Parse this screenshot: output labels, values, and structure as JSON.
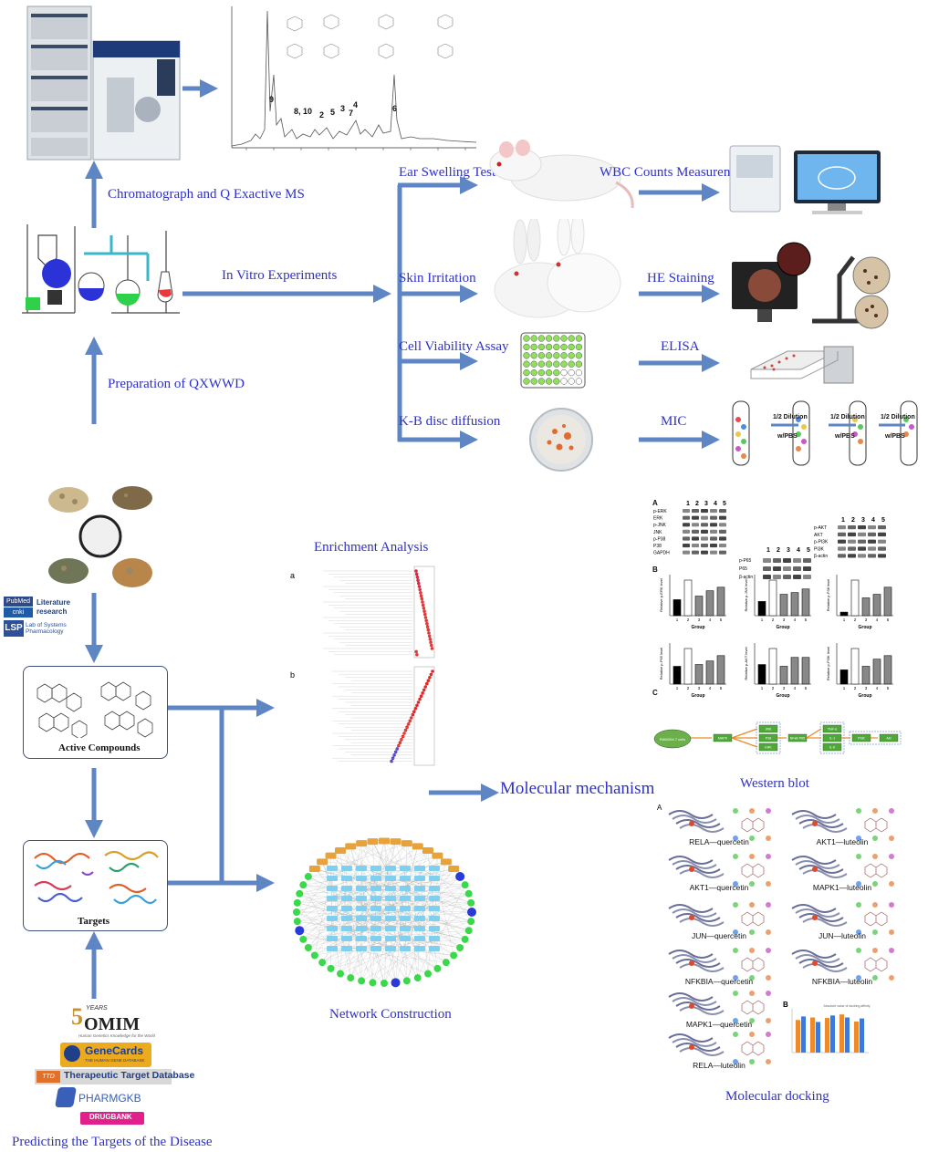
{
  "colors": {
    "arrow": "#5f86c4",
    "label": "#2e31c9"
  },
  "labels": {
    "chromatograph": "Chromatograph and Q Exactive MS",
    "in_vitro": "In Vitro Experiments",
    "preparation": "Preparation of QXWWD",
    "ear_swelling": "Ear Swelling Test",
    "wbc": "WBC Counts Measurement",
    "skin_irritation": "Skin Irritation",
    "he_staining": "HE Staining",
    "cell_viability": "Cell Viability Assay",
    "elisa": "ELISA",
    "kb_disc": "K-B disc diffusion",
    "mic": "MIC",
    "enrichment": "Enrichment Analysis",
    "network": "Network Construction",
    "molecular_mechanism": "Molecular mechanism",
    "western_blot": "Western blot",
    "molecular_docking": "Molecular docking",
    "predicting": "Predicting the Targets of the Disease",
    "active_compounds": "Active  Compounds",
    "targets": "Targets"
  },
  "chromatogram_peaks": [
    "9",
    "8, 10",
    "2",
    "5",
    "3",
    "7",
    "4",
    "6"
  ],
  "mic_labels": {
    "dilution": "1/2 Dilution",
    "pbs": "w/PBS"
  },
  "databases": {
    "omim_years": "YEARS",
    "omim": "OMIM",
    "omim_sub": "Human Genetics Knowledge for the World",
    "genecards": "GeneCards",
    "genecards_sub": "THE HUMAN GENE DATABASE",
    "ttd_tag": "TTD",
    "ttd": "Therapeutic Target Database",
    "pharmgkb": "PHARMGKB",
    "drugbank": "DRUGBANK"
  },
  "literature": {
    "pubmed": "PubMed",
    "cnki": "cnki",
    "text": "Literature research",
    "lsp": "LSP",
    "lsp_text": "Lab of Systems Pharmacology"
  },
  "enrichment_panels": [
    "a",
    "b"
  ],
  "western": {
    "panels": [
      "A",
      "B",
      "C"
    ],
    "lanes": [
      "1",
      "2",
      "3",
      "4",
      "5"
    ],
    "blot1_rows": [
      "p-ERK",
      "ERK",
      "p-JNK",
      "JNK",
      "p-P38",
      "P38",
      "GAPDH"
    ],
    "blot2_rows": [
      "p-P65",
      "P65",
      "β-actin"
    ],
    "blot3_rows": [
      "p-AKT",
      "AKT",
      "p-PI3K",
      "PI3K",
      "β-actin"
    ],
    "group_label": "Group",
    "charts": [
      {
        "ylabel": "Relative p-ERK level",
        "values": [
          0.45,
          1.0,
          0.55,
          0.7,
          0.8
        ]
      },
      {
        "ylabel": "Relative p-JNK level",
        "values": [
          0.4,
          1.0,
          0.6,
          0.65,
          0.75
        ]
      },
      {
        "ylabel": "Relative p-P38 level",
        "values": [
          0.1,
          1.0,
          0.5,
          0.6,
          0.8
        ]
      },
      {
        "ylabel": "Relative p-P65 level",
        "values": [
          0.5,
          1.0,
          0.55,
          0.65,
          0.8
        ]
      },
      {
        "ylabel": "Relative p-AKT level",
        "values": [
          0.55,
          1.0,
          0.5,
          0.75,
          0.75
        ]
      },
      {
        "ylabel": "Relative p-PI3K level",
        "values": [
          0.4,
          1.0,
          0.5,
          0.7,
          0.8
        ]
      }
    ],
    "pathway_nodes": [
      "RAW264.7 cells",
      "MAPK",
      "JNK",
      "P38",
      "ERK",
      "NFκB P65",
      "TNF-α",
      "IL-1",
      "IL-6",
      "PI3K",
      "Akt"
    ]
  },
  "docking": {
    "panels": [
      "A",
      "B"
    ],
    "pairs": [
      "RELA—quercetin",
      "AKT1—luteolin",
      "AKT1—quercetin",
      "MAPK1—luteolin",
      "JUN—quercetin",
      "JUN—luteolin",
      "NFKBIA—quercetin",
      "NFKBIA—luteolin",
      "MAPK1—quercetin",
      "RELA—luteolin"
    ],
    "affinity_title": "Absolute value of docking affinity",
    "affinity_values": [
      [
        6.5,
        7.2
      ],
      [
        7.0,
        6.1
      ],
      [
        6.9,
        7.4
      ],
      [
        7.6,
        7.0
      ],
      [
        6.2,
        6.8
      ]
    ]
  }
}
